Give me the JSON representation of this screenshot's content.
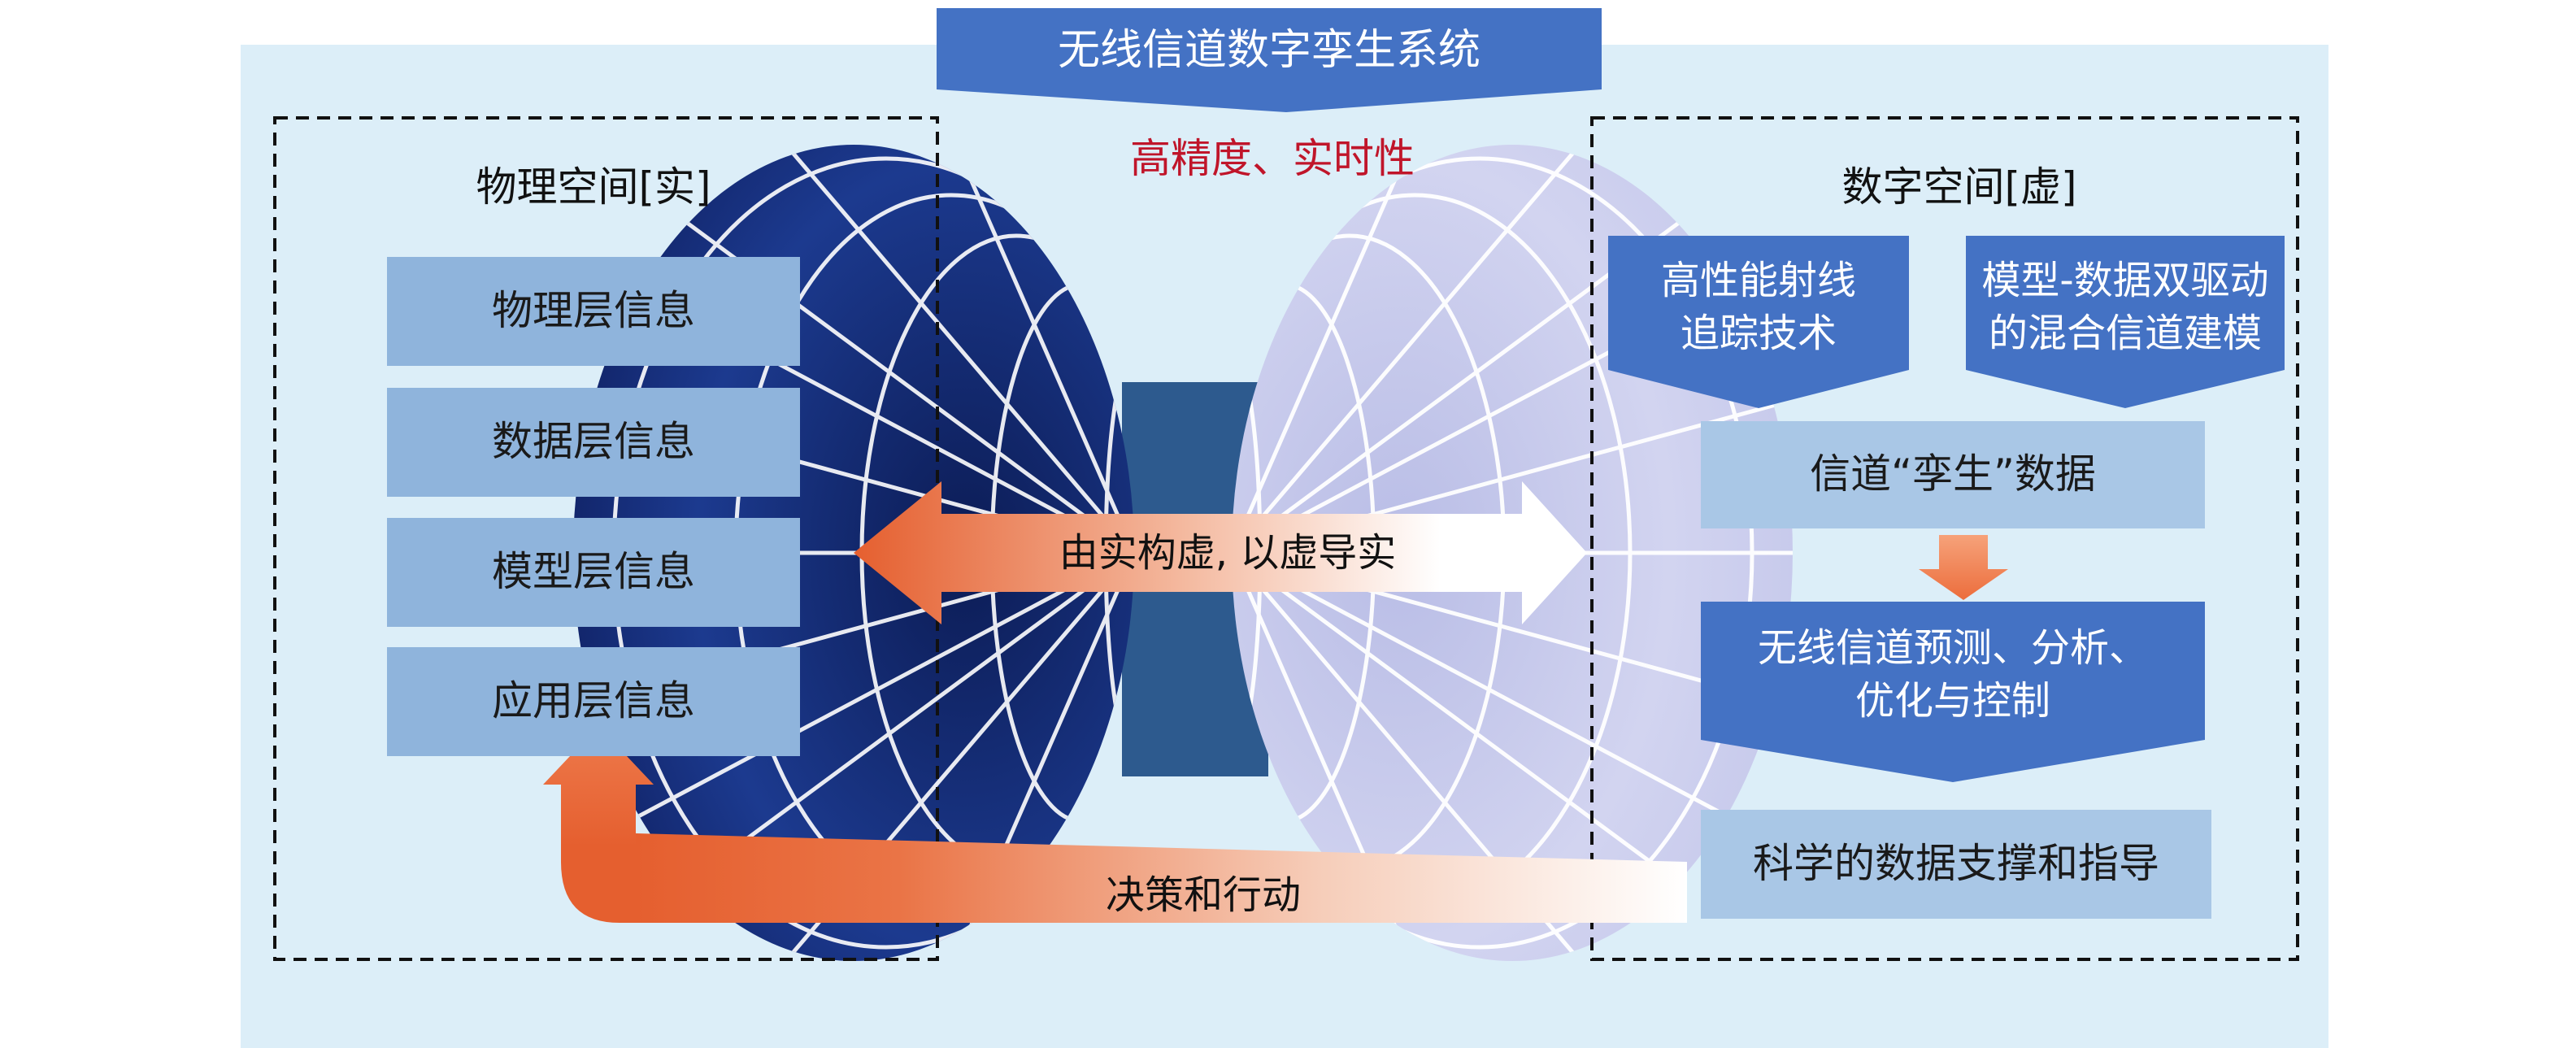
{
  "title": "无线信道数字孪生系统",
  "subtitle": "高精度、实时性",
  "physical_space": {
    "label": "物理空间[实]",
    "layers": [
      "物理层信息",
      "数据层信息",
      "模型层信息",
      "应用层信息"
    ]
  },
  "digital_space": {
    "label": "数字空间[虚]",
    "ray_tracing": "高性能射线\n追踪技术",
    "hybrid_modeling": "模型-数据双驱动\n的混合信道建模",
    "twin_data": "信道“孪生”数据",
    "prediction": "无线信道预测、分析、\n优化与控制",
    "support": "科学的数据支撑和指导"
  },
  "arrows": {
    "middle": "由实构虚, 以虚导实",
    "bottom": "决策和行动"
  },
  "colors": {
    "panel_bg": "#dceef8",
    "title_bar": "#4472c4",
    "dark_box": "#4472c4",
    "light_box": "#8fb4dc",
    "accent_orange": "#e8683a",
    "subtitle_red": "#c0152a"
  }
}
